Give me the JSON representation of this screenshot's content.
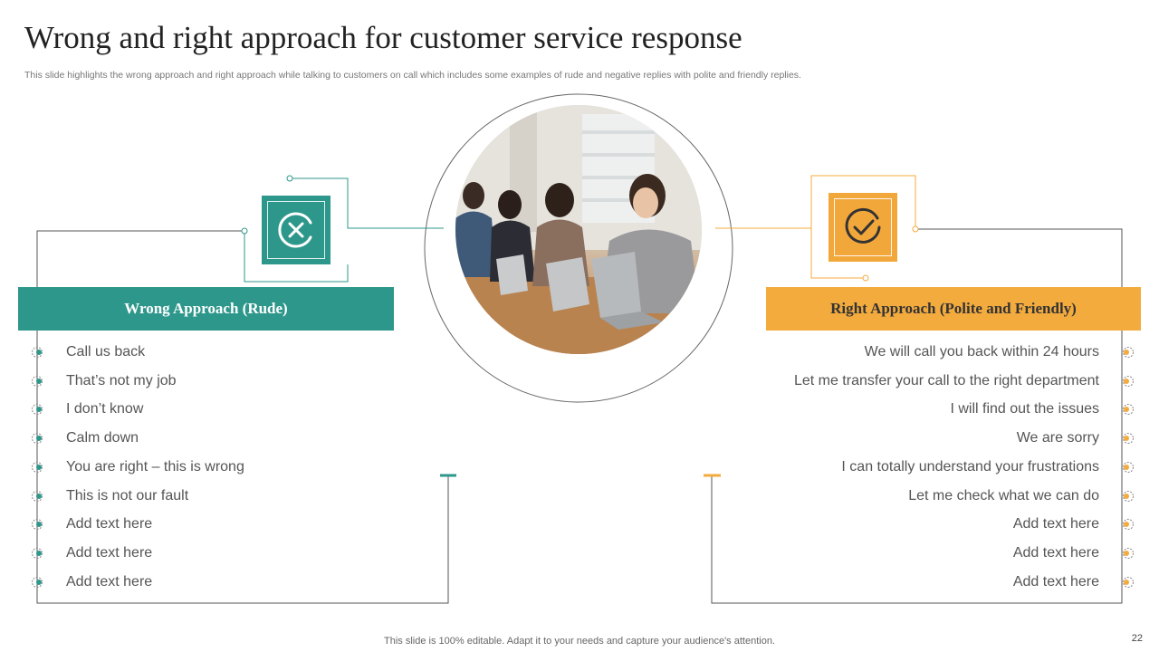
{
  "slide": {
    "title": "Wrong and right approach for customer service response",
    "subtitle": "This slide highlights the wrong approach and right approach while talking to customers on call which includes some examples of rude and negative replies with polite and friendly replies.",
    "footer": "This slide is 100% editable. Adapt it to your needs and capture your audience's attention.",
    "page_number": "22"
  },
  "wrong": {
    "header": "Wrong Approach (Rude)",
    "icon": "x-circle-icon",
    "color": "#2e978b",
    "items": [
      {
        "text": "Call us back"
      },
      {
        "text": "That’s not my job"
      },
      {
        "text": "I don’t know"
      },
      {
        "text": "Calm down"
      },
      {
        "text": "You  are right – this is wrong"
      },
      {
        "text": "This is not our fault"
      },
      {
        "text": "Add text here"
      },
      {
        "text": "Add text here"
      },
      {
        "text": "Add text here"
      }
    ]
  },
  "right": {
    "header": "Right Approach (Polite and Friendly)",
    "icon": "check-circle-icon",
    "color": "#f4ab3e",
    "items": [
      {
        "text": "We will call you back within 24 hours"
      },
      {
        "text": "Let me transfer your call to the right department"
      },
      {
        "text": "I will find out the issues"
      },
      {
        "text": "We are sorry"
      },
      {
        "text": "I can totally understand your frustrations"
      },
      {
        "text": "Let me check what we can do"
      },
      {
        "text": "Add text here"
      },
      {
        "text": "Add text here"
      },
      {
        "text": "Add text here"
      }
    ]
  },
  "photo": {
    "icon": "call-center-photo"
  }
}
